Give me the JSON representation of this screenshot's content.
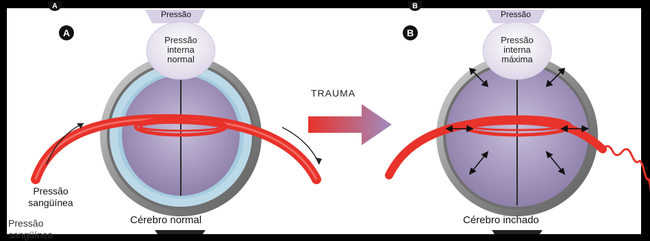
{
  "panel_a": {
    "letter": "A",
    "top_partial_letter": "A",
    "top_label": "Pressão",
    "bubble_lines": [
      "Pressão",
      "interna",
      "normal"
    ],
    "caption": "Cérebro normal",
    "blood_pressure_lines": [
      "Pressão",
      "sangüínea"
    ],
    "cut_off_label_lines": [
      "Pressão",
      "sangüínea"
    ]
  },
  "arrow_label": "TRAUMA",
  "panel_b": {
    "letter": "B",
    "top_partial_letter": "B",
    "top_label": "Pressão",
    "bubble_lines": [
      "Pressão",
      "interna",
      "máxima"
    ],
    "caption": "Cérebro inchado"
  },
  "colors": {
    "frame": "#000000",
    "skull": "#8c8c8c",
    "fluid": "#a9cde0",
    "brain": "#a99bc0",
    "vessel": "#e8322a",
    "bubble": "#eeeaf4"
  }
}
